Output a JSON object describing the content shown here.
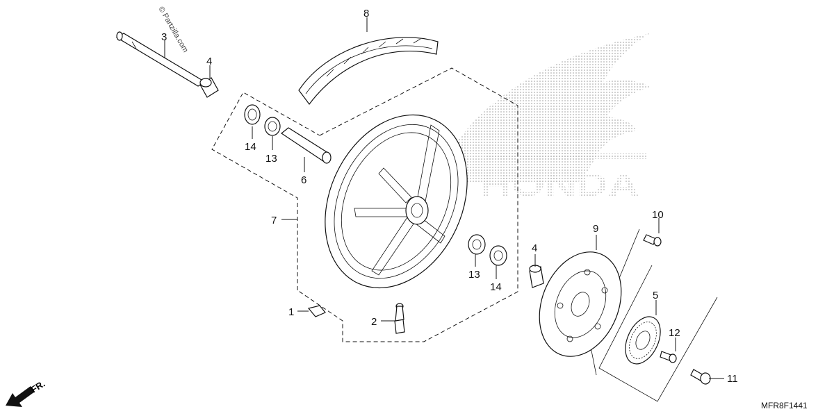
{
  "watermark": "© Partzilla.com",
  "background_logo": "HONDA",
  "diagram_code": "MFR8F1441",
  "direction_label": "FR.",
  "icons": [
    "front-direction-arrow-icon",
    "honda-wing-logo-icon"
  ],
  "callouts": {
    "c1": "1",
    "c2": "2",
    "c3": "3",
    "c4a": "4",
    "c4b": "4",
    "c5": "5",
    "c6": "6",
    "c7": "7",
    "c8": "8",
    "c9": "9",
    "c10": "10",
    "c11": "11",
    "c12": "12",
    "c13a": "13",
    "c13b": "13",
    "c14a": "14",
    "c14b": "14"
  }
}
